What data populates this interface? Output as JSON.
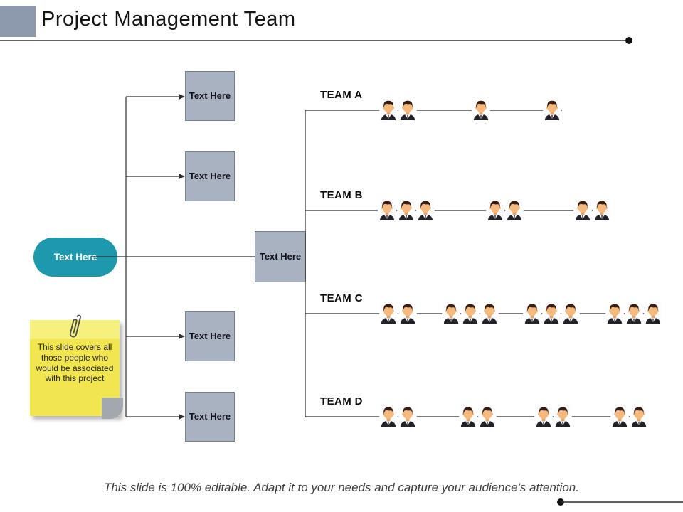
{
  "slide": {
    "title": "Project Management Team",
    "footer": "This slide is 100% editable. Adapt it to your needs and capture your audience's attention."
  },
  "org": {
    "root_label": "Text Here",
    "hub_label": "Text Here",
    "branch_boxes": [
      {
        "label": "Text Here"
      },
      {
        "label": "Text Here"
      },
      {
        "label": "Text Here"
      },
      {
        "label": "Text Here"
      }
    ],
    "note": {
      "text": "This slide covers all those people who would be associated with this project"
    },
    "teams": [
      {
        "name": "TEAM A",
        "groups": [
          2,
          1,
          1
        ],
        "member_count": 4
      },
      {
        "name": "TEAM B",
        "groups": [
          3,
          2,
          2
        ],
        "member_count": 7
      },
      {
        "name": "TEAM C",
        "groups": [
          2,
          3,
          3,
          3
        ],
        "member_count": 11
      },
      {
        "name": "TEAM D",
        "groups": [
          2,
          2,
          2,
          2
        ],
        "member_count": 8
      }
    ]
  },
  "colors": {
    "accent_square": "#8d99ad",
    "node_fill": "#a9b2c1",
    "node_border": "#75808f",
    "root_teal": "#1e98ac",
    "note_yellow": "#f1e64f",
    "line": "#2e2e2e"
  }
}
